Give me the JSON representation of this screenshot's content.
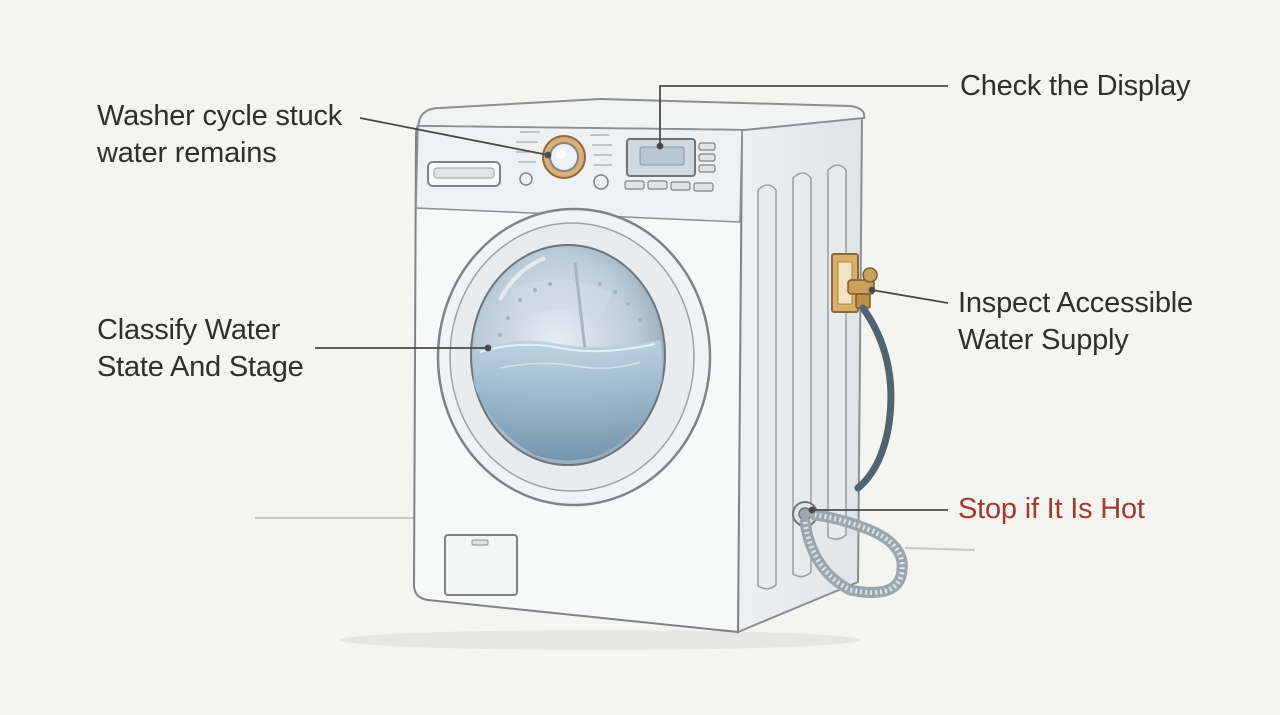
{
  "callouts": {
    "stuck": {
      "line1": "Washer cycle stuck",
      "line2": "water remains"
    },
    "classify": {
      "line1": "Classify Water",
      "line2": "State And Stage"
    },
    "display": {
      "line1": "Check the Display"
    },
    "supply": {
      "line1": "Inspect Accessible",
      "line2": "Water Supply"
    },
    "hot": {
      "line1": "Stop if It Is Hot"
    }
  },
  "colors": {
    "background": "#f4f4f0",
    "text": "#2f2f2f",
    "warning": "#a33a30",
    "outline": "#8b8f93",
    "water": "#8fb3cc",
    "brass": "#c9a15a"
  }
}
